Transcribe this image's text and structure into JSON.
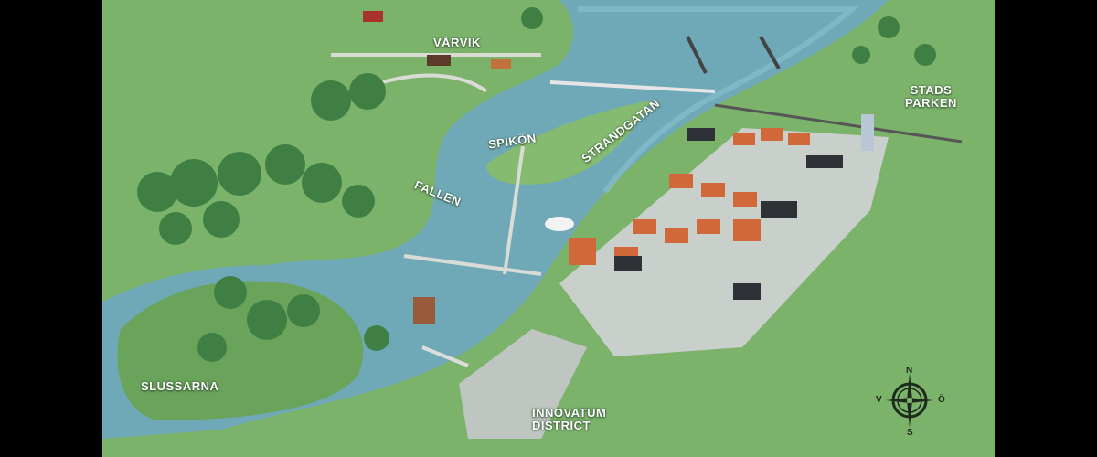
{
  "labels": {
    "varvik": "VÅRVIK",
    "stadsparken_1": "STADS",
    "stadsparken_2": "PARKEN",
    "spikon": "SPIKÖN",
    "strandgatan": "STRANDGATAN",
    "fallen": "FALLEN",
    "slussarna": "SLUSSARNA",
    "innovatum_1": "INNOVATUM",
    "innovatum_2": "DISTRICT"
  },
  "compass": {
    "n": "N",
    "s": "S",
    "v": "V",
    "o": "Ö"
  },
  "colors": {
    "land": "#7cb36a",
    "water": "#6fa9b8",
    "roof": "#d0683a",
    "road": "#c9cfca"
  }
}
